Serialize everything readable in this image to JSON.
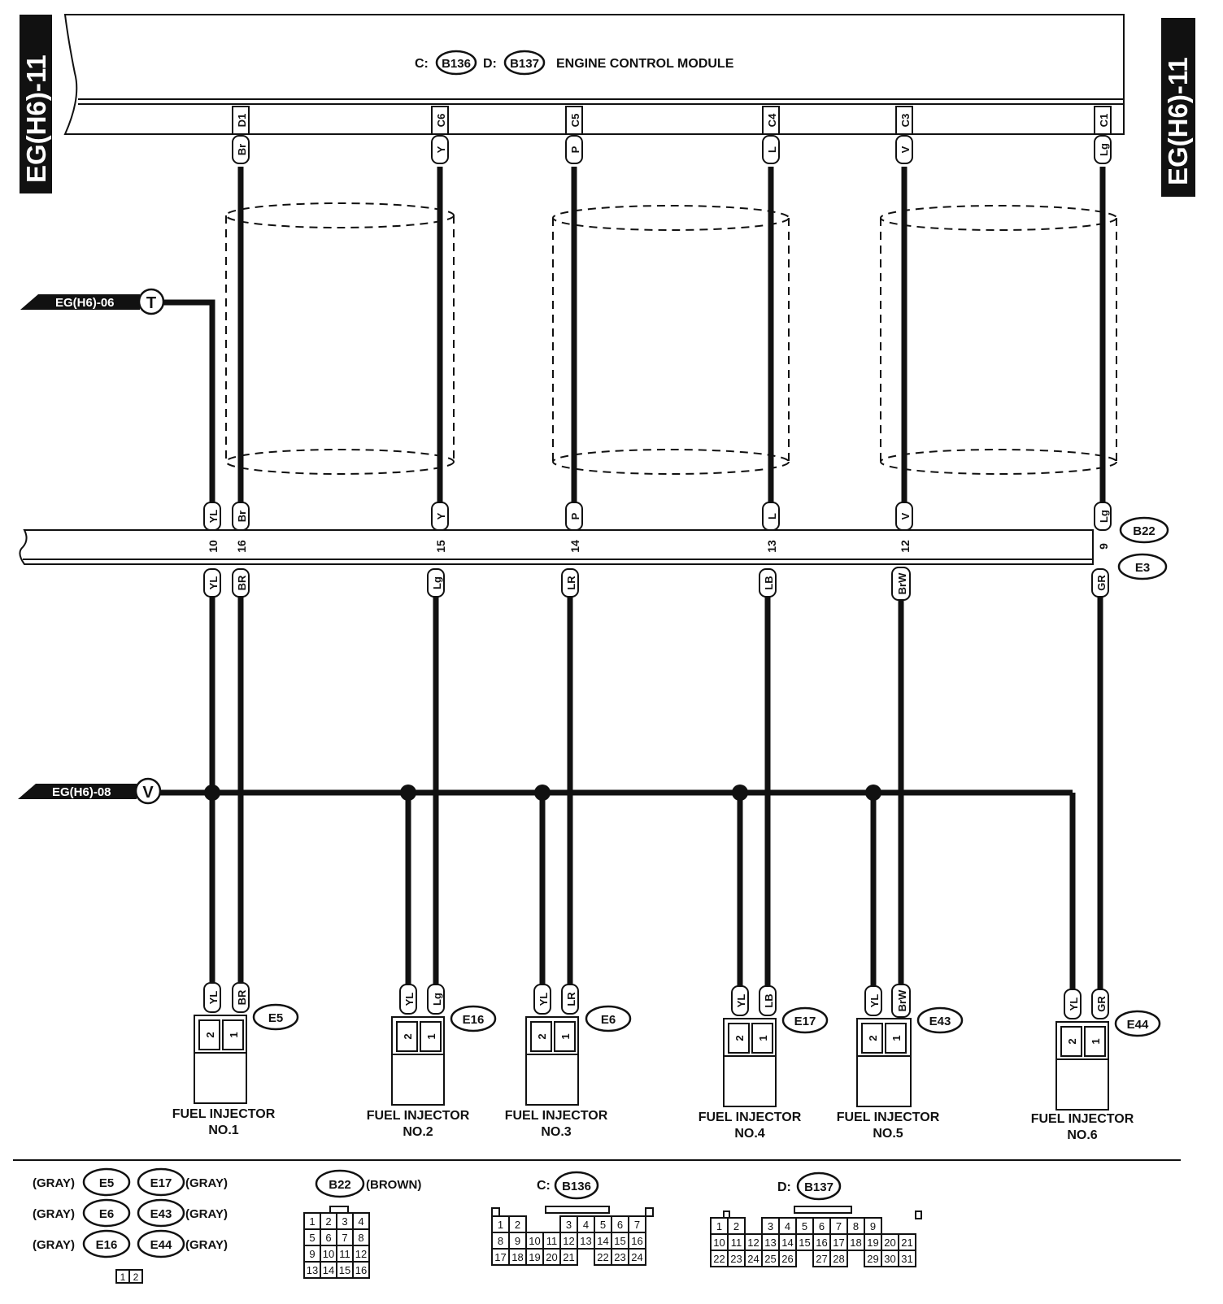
{
  "page_ref": "EG(H6)-11",
  "ecm": {
    "prefix_c": "C:",
    "conn_c": "B136",
    "prefix_d": "D:",
    "conn_d": "B137",
    "title": "ENGINE CONTROL MODULE"
  },
  "refs": {
    "t_label": "EG(H6)-06",
    "t_letter": "T",
    "v_label": "EG(H6)-08",
    "v_letter": "V"
  },
  "connectors": {
    "b22": "B22",
    "e3": "E3"
  },
  "yl_wire": {
    "upper": "YL",
    "pin": "10",
    "lower": "YL"
  },
  "channels": [
    {
      "ecm_pin": "D1",
      "upper_color": "Br",
      "joint_pin": "16",
      "lower_color": "BR"
    },
    {
      "ecm_pin": "C6",
      "upper_color": "Y",
      "joint_pin": "15",
      "lower_color": "Lg"
    },
    {
      "ecm_pin": "C5",
      "upper_color": "P",
      "joint_pin": "14",
      "lower_color": "LR"
    },
    {
      "ecm_pin": "C4",
      "upper_color": "L",
      "joint_pin": "13",
      "lower_color": "LB"
    },
    {
      "ecm_pin": "C3",
      "upper_color": "V",
      "joint_pin": "12",
      "lower_color": "BrW"
    },
    {
      "ecm_pin": "C1",
      "upper_color": "Lg",
      "joint_pin": "9",
      "lower_color": "GR"
    }
  ],
  "injectors": [
    {
      "conn": "E5",
      "w2": "YL",
      "w1": "BR",
      "p2": "2",
      "p1": "1",
      "name": "FUEL INJECTOR",
      "no": "NO.1"
    },
    {
      "conn": "E16",
      "w2": "YL",
      "w1": "Lg",
      "p2": "2",
      "p1": "1",
      "name": "FUEL INJECTOR",
      "no": "NO.2"
    },
    {
      "conn": "E6",
      "w2": "YL",
      "w1": "LR",
      "p2": "2",
      "p1": "1",
      "name": "FUEL INJECTOR",
      "no": "NO.3"
    },
    {
      "conn": "E17",
      "w2": "YL",
      "w1": "LB",
      "p2": "2",
      "p1": "1",
      "name": "FUEL INJECTOR",
      "no": "NO.4"
    },
    {
      "conn": "E43",
      "w2": "YL",
      "w1": "BrW",
      "p2": "2",
      "p1": "1",
      "name": "FUEL INJECTOR",
      "no": "NO.5"
    },
    {
      "conn": "E44",
      "w2": "YL",
      "w1": "GR",
      "p2": "2",
      "p1": "1",
      "name": "FUEL INJECTOR",
      "no": "NO.6"
    }
  ],
  "legend": {
    "rows": [
      {
        "l_color": "(GRAY)",
        "l_conn": "E5",
        "r_conn": "E17",
        "r_color": "(GRAY)"
      },
      {
        "l_color": "(GRAY)",
        "l_conn": "E6",
        "r_conn": "E43",
        "r_color": "(GRAY)"
      },
      {
        "l_color": "(GRAY)",
        "l_conn": "E16",
        "r_conn": "E44",
        "r_color": "(GRAY)"
      }
    ],
    "small_pins": [
      "1",
      "2"
    ],
    "b22": {
      "conn": "B22",
      "color": "(BROWN)",
      "rows": [
        [
          "1",
          "2",
          "3",
          "4"
        ],
        [
          "5",
          "6",
          "7",
          "8"
        ],
        [
          "9",
          "10",
          "11",
          "12"
        ],
        [
          "13",
          "14",
          "15",
          "16"
        ]
      ]
    },
    "c": {
      "prefix": "C:",
      "conn": "B136",
      "rows": [
        [
          "1",
          "2",
          "",
          "",
          "3",
          "4",
          "5",
          "6",
          "7"
        ],
        [
          "8",
          "9",
          "10",
          "11",
          "12",
          "13",
          "14",
          "15",
          "16"
        ],
        [
          "17",
          "18",
          "19",
          "20",
          "21",
          "",
          "22",
          "23",
          "24"
        ]
      ]
    },
    "d": {
      "prefix": "D:",
      "conn": "B137",
      "rows": [
        [
          "1",
          "2",
          "",
          "3",
          "4",
          "5",
          "6",
          "7",
          "8",
          "9"
        ],
        [
          "10",
          "11",
          "12",
          "13",
          "14",
          "15",
          "16",
          "17",
          "18",
          "19",
          "20",
          "21"
        ],
        [
          "22",
          "23",
          "24",
          "25",
          "26",
          "",
          "27",
          "28",
          "",
          "29",
          "30",
          "31"
        ]
      ]
    }
  }
}
